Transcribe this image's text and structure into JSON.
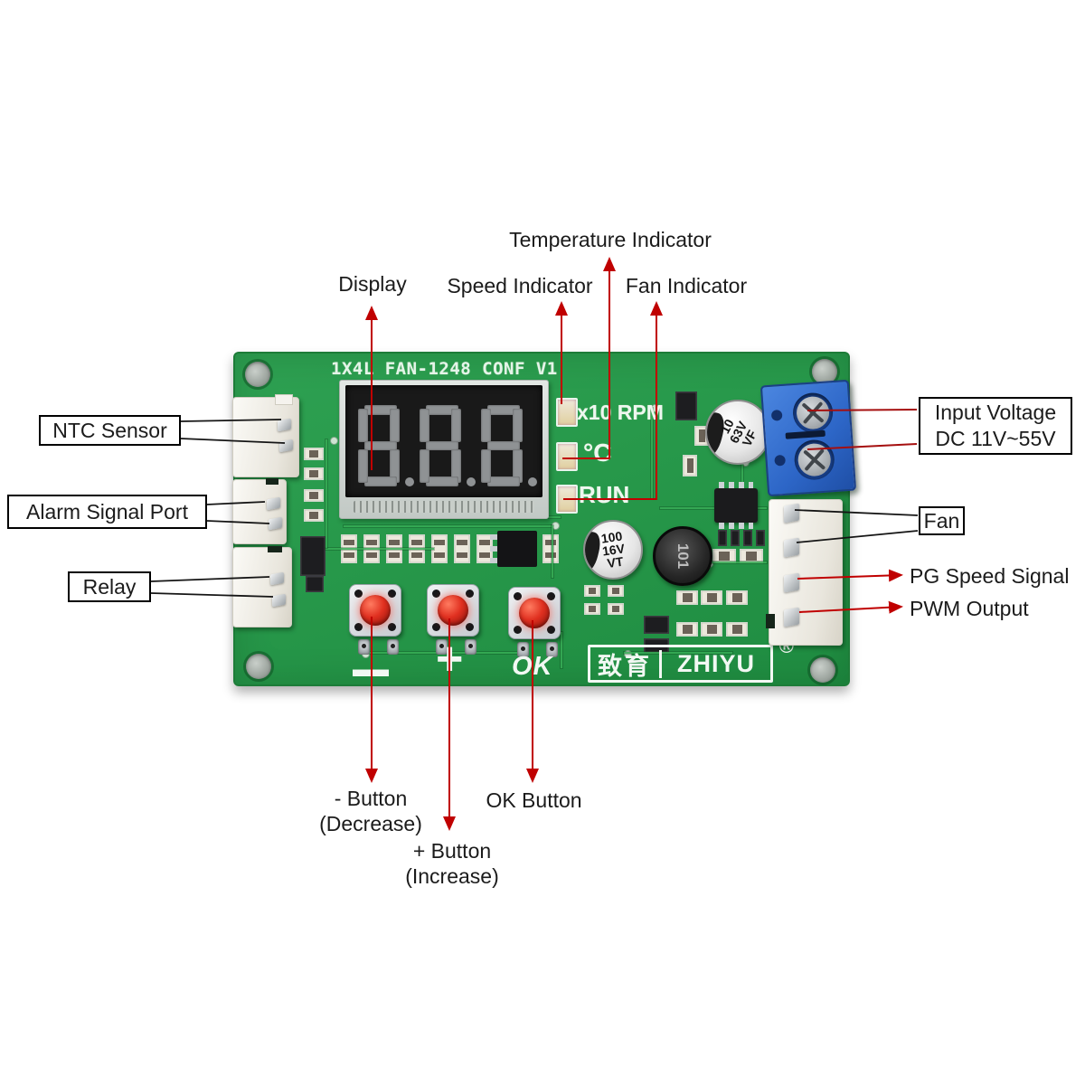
{
  "labels": {
    "display": "Display",
    "speed_indicator": "Speed Indicator",
    "temperature_indicator": "Temperature Indicator",
    "fan_indicator": "Fan Indicator",
    "ntc_sensor": "NTC Sensor",
    "alarm_signal_port": "Alarm Signal Port",
    "relay": "Relay",
    "input_voltage_line1": "Input Voltage",
    "input_voltage_line2": "DC 11V~55V",
    "fan": "Fan",
    "pg_speed_signal": "PG Speed Signal",
    "pwm_output": "PWM Output",
    "minus_button_line1": "- Button",
    "minus_button_line2": "(Decrease)",
    "plus_button_line1": "+ Button",
    "plus_button_line2": "(Increase)",
    "ok_button": "OK Button"
  },
  "board": {
    "silkscreen_title": "1X4L FAN-1248 CONF V1",
    "display_digits": "888",
    "led_labels": {
      "speed": "x10 RPM",
      "temperature": "°C",
      "run": "RUN"
    },
    "button_silkscreen": {
      "minus": "—",
      "plus": "+",
      "ok": "OK"
    },
    "capacitor_input": [
      "10",
      "63V",
      "VF"
    ],
    "capacitor_output": [
      "100",
      "16V",
      "VT"
    ],
    "inductor_marking": "101",
    "brand": {
      "cn": "致育",
      "en": "ZHIYU",
      "reg": "®"
    }
  },
  "colors": {
    "pcb_green": "#27984a",
    "annotation_red": "#c00000",
    "annotation_black": "#151515",
    "terminal_blue": "#2d66c7",
    "button_cap_red": "#d9281a"
  }
}
